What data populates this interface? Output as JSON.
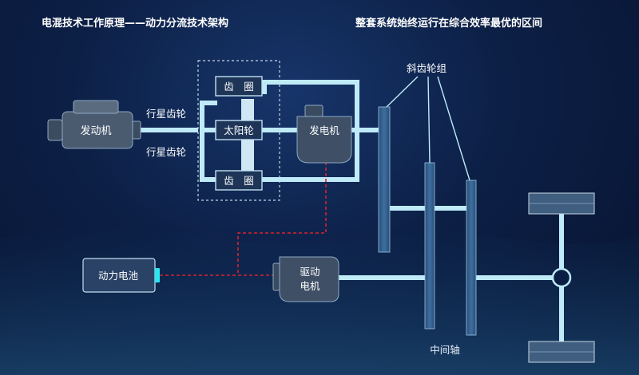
{
  "titles": {
    "left": "电混技术工作原理——动力分流技术架构",
    "right": "整套系统始终运行在综合效率最优的区间"
  },
  "labels": {
    "engine": "发动机",
    "planet_gear_top": "行星齿轮",
    "planet_gear_bottom": "行星齿轮",
    "ring_gear_top": "齿　圈",
    "sun_gear": "太阳轮",
    "ring_gear_bottom": "齿　圈",
    "generator": "发电机",
    "helical_gear_set": "斜齿轮组",
    "battery": "动力电池",
    "drive_motor_line1": "驱动",
    "drive_motor_line2": "电机",
    "intermediate_shaft": "中间轴"
  },
  "colors": {
    "shaft": "#bfeaf7",
    "power_line": "#d8232a",
    "box_fill": "#1e3558",
    "box_stroke": "#bfe0f2"
  }
}
